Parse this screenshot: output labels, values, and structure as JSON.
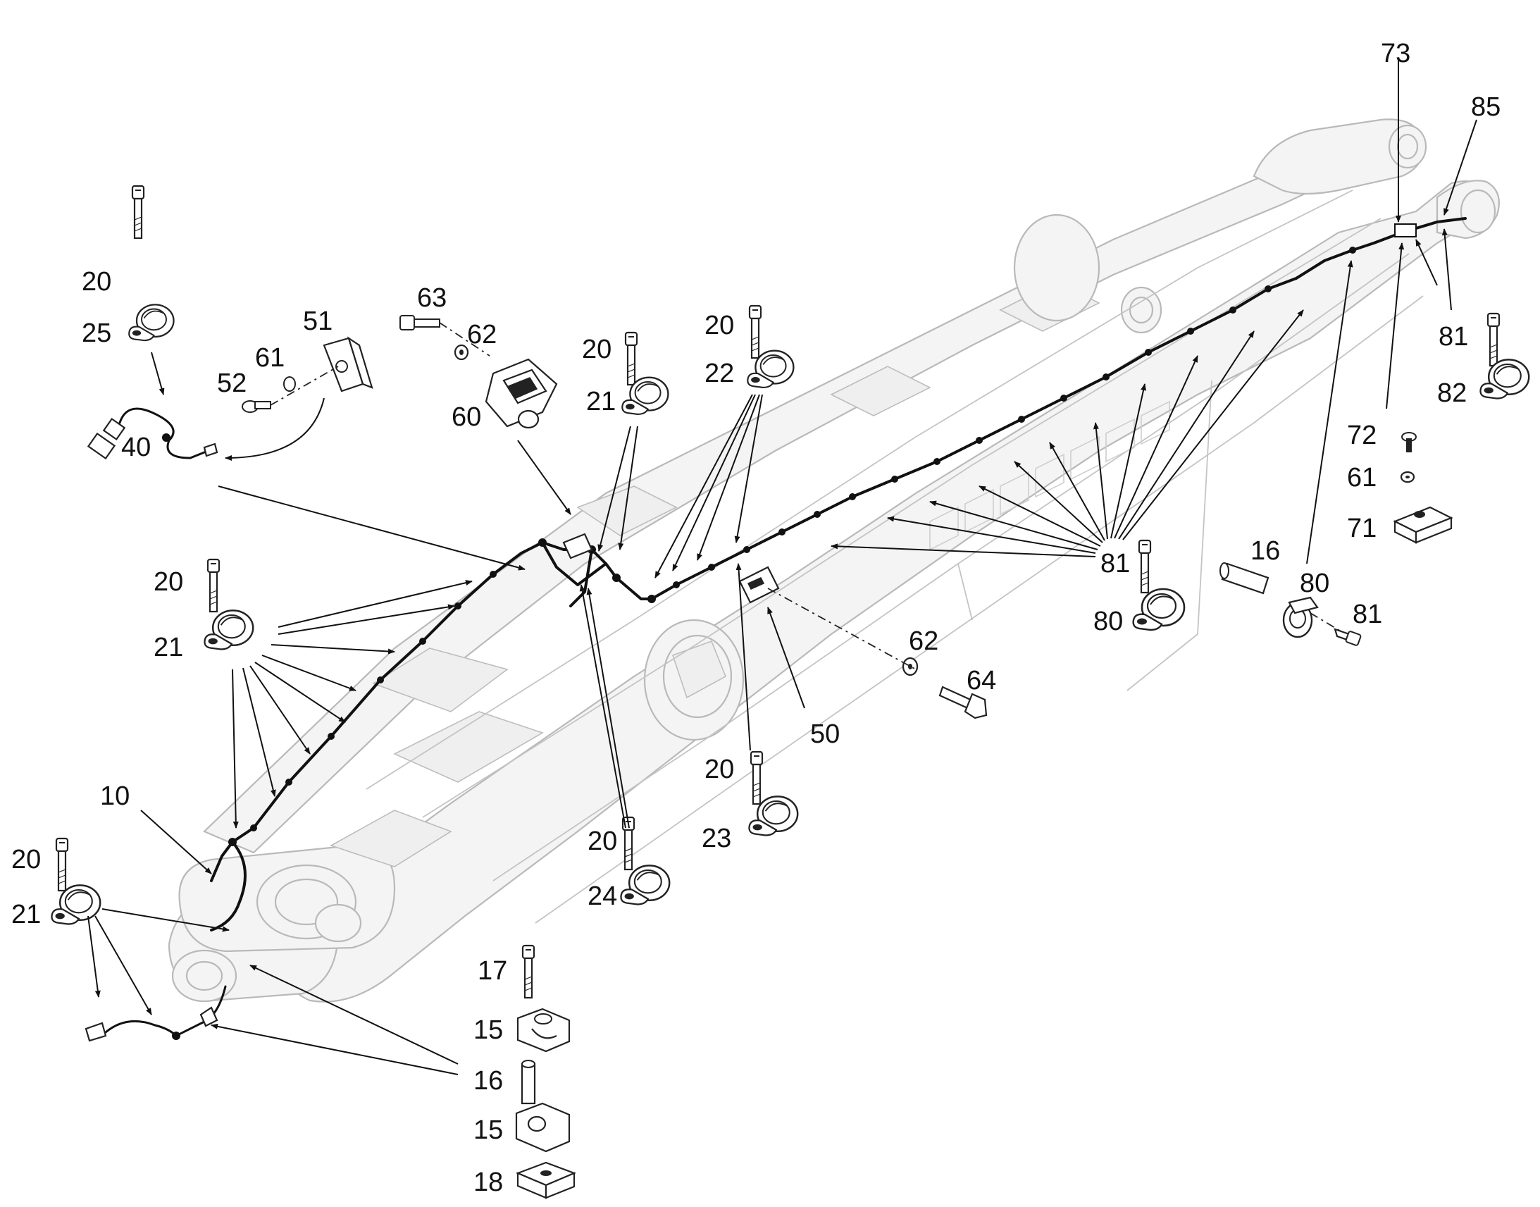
{
  "callouts": {
    "c73": "73",
    "c85": "85",
    "c20a": "20",
    "c25": "25",
    "c51": "51",
    "c61a": "61",
    "c52": "52",
    "c40": "40",
    "c63": "63",
    "c62a": "62",
    "c60": "60",
    "c20b": "20",
    "c21b": "21",
    "c20c": "20",
    "c22": "22",
    "c81a": "81",
    "c82": "82",
    "c72": "72",
    "c61b": "61",
    "c71": "71",
    "c16a": "16",
    "c80a": "80",
    "c81b": "81",
    "c81c": "81",
    "c80b": "80",
    "c20d": "20",
    "c21d": "21",
    "c62b": "62",
    "c64": "64",
    "c50": "50",
    "c20e": "20",
    "c23": "23",
    "c10": "10",
    "c20f": "20",
    "c24": "24",
    "c20g": "20",
    "c21g": "21",
    "c17": "17",
    "c15a": "15",
    "c16b": "16",
    "c15b": "15",
    "c18": "18"
  }
}
